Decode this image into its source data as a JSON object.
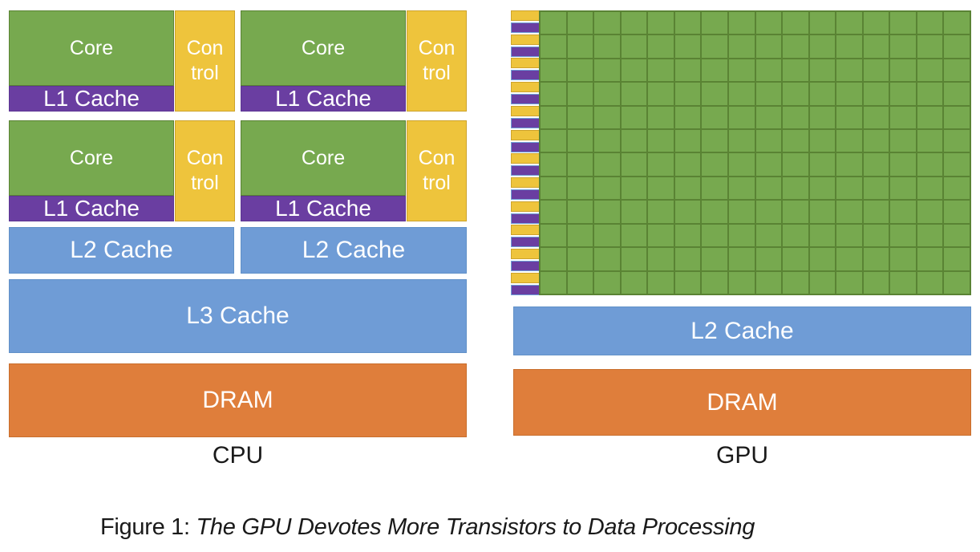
{
  "figure_caption": {
    "prefix": "Figure 1: ",
    "italic_text": "The GPU Devotes More Transistors to Data Processing"
  },
  "cpu": {
    "label": "CPU",
    "core_label": "Core",
    "control_line1": "Con",
    "control_line2": "trol",
    "l1_label": "L1 Cache",
    "l2_label": "L2 Cache",
    "l3_label": "L3 Cache",
    "dram_label": "DRAM"
  },
  "gpu": {
    "label": "GPU",
    "l2_label": "L2 Cache",
    "dram_label": "DRAM",
    "grid": {
      "rows": 12,
      "green_columns": 16,
      "stripe_pairs_per_row": 1
    }
  },
  "colors": {
    "core_green": "#77A94F",
    "grid_line_green": "#5A8334",
    "control_gold": "#EEC43C",
    "gold_border": "#CDA32C",
    "cache_purple": "#6A3EA1",
    "purple_border": "#5C3594",
    "stripe_purple_border": "#6FA0D8",
    "cache_blue": "#6F9CD6",
    "blue_border": "#6191C8",
    "dram_orange": "#DF7E3B",
    "orange_border": "#C86E2D",
    "label_text": "#1A1A1A",
    "block_text": "#FFFFFF"
  }
}
